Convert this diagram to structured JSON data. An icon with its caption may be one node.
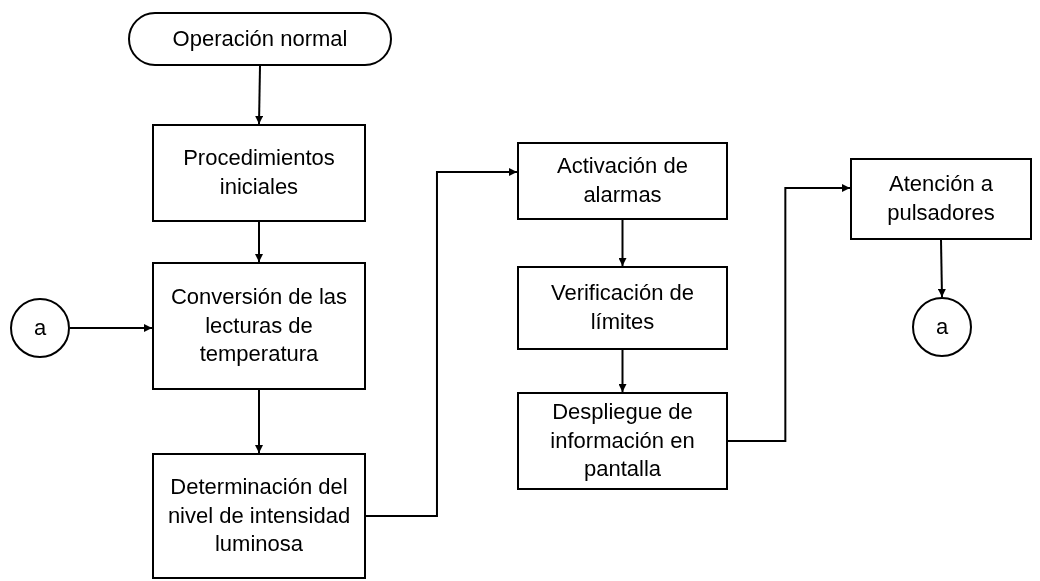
{
  "diagram": {
    "nodes": [
      {
        "text": [
          "Operación normal"
        ]
      },
      {
        "text": [
          "Procedimientos iniciales"
        ]
      },
      {
        "text": [
          "Conversión de las lecturas de temperatura"
        ]
      },
      {
        "text": [
          "Determinación del nivel de intensidad luminosa"
        ]
      },
      {
        "text": [
          "a"
        ]
      },
      {
        "text": [
          "Activación de alarmas"
        ]
      },
      {
        "text": [
          "Verificación de límites"
        ]
      },
      {
        "text": [
          "Despliegue de información en pantalla"
        ]
      },
      {
        "text": [
          "Atención a pulsadores"
        ]
      },
      {
        "text": [
          "a"
        ]
      }
    ],
    "edges": [
      {
        "from": 0,
        "to": 1,
        "arrow": "to"
      },
      {
        "from": 1,
        "to": 2,
        "arrow": "to"
      },
      {
        "from": 4,
        "to": 2,
        "arrow": "to"
      },
      {
        "from": 2,
        "to": 3,
        "arrow": "to"
      },
      {
        "from": 3,
        "to": 5,
        "arrow": "to"
      },
      {
        "from": 5,
        "to": 6,
        "arrow": "to"
      },
      {
        "from": 6,
        "to": 7,
        "arrow": "to"
      },
      {
        "from": 7,
        "to": 8,
        "arrow": "to"
      },
      {
        "from": 8,
        "to": 9,
        "arrow": "to"
      }
    ]
  }
}
